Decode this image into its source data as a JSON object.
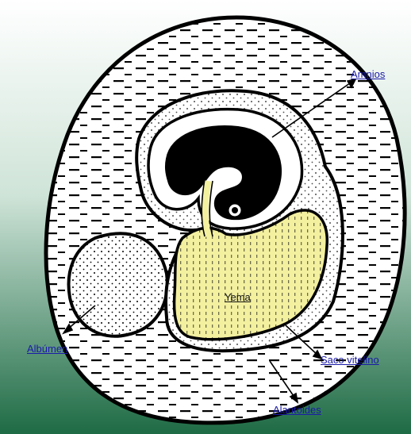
{
  "colors": {
    "background_top": "#ffffff",
    "background_bottom": "#1e6b45",
    "yolk": "#f3f0a0",
    "embryo": "#000000",
    "outline": "#000000",
    "link": "#1a1aa8"
  },
  "labels": {
    "amnios": "Amnios",
    "yema": "Yema",
    "albumen": "Albúmen",
    "saco_vitelino": "Saco vitelino",
    "alantoides": "Alantoides"
  }
}
